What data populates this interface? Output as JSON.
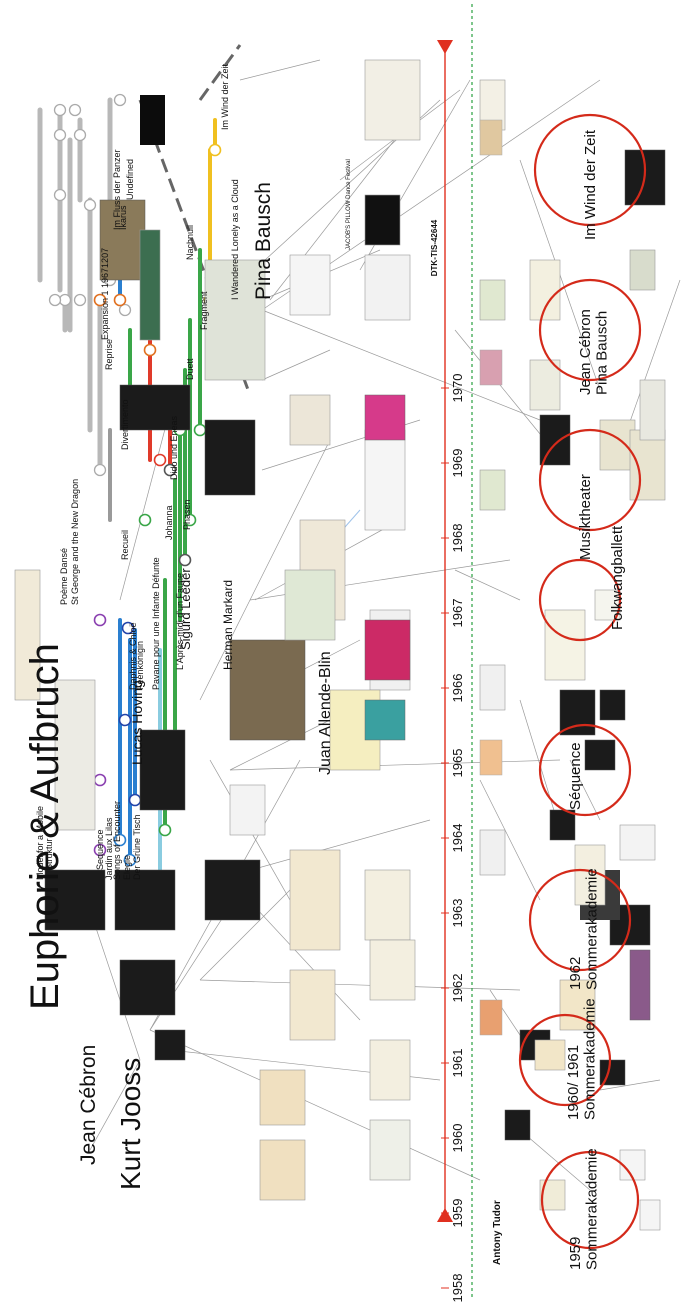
{
  "title": "Euphorie & Aufbruch",
  "persons": [
    {
      "key": "kurt",
      "label": "Kurt Jooss"
    },
    {
      "key": "jean",
      "label": "Jean Cébron"
    },
    {
      "key": "pina",
      "label": "Pina Bausch"
    },
    {
      "key": "lucas",
      "label": "Lucas Hoving"
    },
    {
      "key": "herman",
      "label": "Herman Markard"
    },
    {
      "key": "juan",
      "label": "Juan Allende-Blin"
    },
    {
      "key": "sigurd",
      "label": "Sigurd Leeder"
    },
    {
      "key": "antony",
      "label": "Antony Tudor"
    }
  ],
  "works": [
    {
      "key": "w1",
      "label": "Model for a Mobile"
    },
    {
      "key": "w2",
      "label": "Struktur"
    },
    {
      "key": "w3",
      "label": "Sequence"
    },
    {
      "key": "w4",
      "label": "Jardin aux Lilas"
    },
    {
      "key": "w5",
      "label": "Songs of Encounter"
    },
    {
      "key": "w6",
      "label": "Elegie"
    },
    {
      "key": "w7",
      "label": "Der Grüne Tisch"
    },
    {
      "key": "w8",
      "label": "Poème Dansé"
    },
    {
      "key": "w9",
      "label": "St George and the New Dragon"
    },
    {
      "key": "w10",
      "label": "Recueil"
    },
    {
      "key": "w11",
      "label": "Divertimento"
    },
    {
      "key": "w12",
      "label": "Daphnis & Chloë"
    },
    {
      "key": "w13",
      "label": "Feenkönigin"
    },
    {
      "key": "w14",
      "label": "Pavane pour une Infante Défunte"
    },
    {
      "key": "w15",
      "label": "Johanna"
    },
    {
      "key": "w16",
      "label": "Dido und Eneas"
    },
    {
      "key": "w17",
      "label": "L'Après-midi d'un Faune"
    },
    {
      "key": "w18",
      "label": "Phasen"
    },
    {
      "key": "w19",
      "label": "Duett"
    },
    {
      "key": "w20",
      "label": "Reprise"
    },
    {
      "key": "w21",
      "label": "Expansion 1 19671207"
    },
    {
      "key": "w22",
      "label": "Ikarus"
    },
    {
      "key": "w23",
      "label": "Nachnull"
    },
    {
      "key": "w24",
      "label": "Fragment"
    },
    {
      "key": "w25",
      "label": "I Wandered Lonely as a Cloud"
    },
    {
      "key": "w26",
      "label": "Im Wind der Zeit"
    },
    {
      "key": "w27",
      "label": "Undefined"
    },
    {
      "key": "w28",
      "label": "Im Fluss der Panzer"
    }
  ],
  "events": [
    {
      "key": "e1",
      "label": "1959\nSommerakademie"
    },
    {
      "key": "e2",
      "label": "1960/ 1961\nSommerakademie"
    },
    {
      "key": "e3",
      "label": "1962\nSommerakademie"
    },
    {
      "key": "e4",
      "label": "Séquence"
    },
    {
      "key": "e5",
      "label": "Folkwangballett"
    },
    {
      "key": "e6",
      "label": "Musiktheater"
    },
    {
      "key": "e7",
      "label": "Jean Cébron\nPina Bausch"
    },
    {
      "key": "e8",
      "label": "Im Wind der Zeit"
    }
  ],
  "timeline": {
    "years": [
      "1958",
      "1959",
      "1960",
      "1961",
      "1962",
      "1963",
      "1964",
      "1965",
      "1966",
      "1967",
      "1968",
      "1969",
      "1970"
    ],
    "archive_label": "DTK-TIS-42644",
    "poster_label": "JACOB'S PILLOW Dance Festival"
  },
  "colors": {
    "timeline": "#e03020",
    "guide": "#2aa040",
    "ring": "#d42a1a",
    "bar_blue": "#2a7fd0",
    "bar_green": "#3aa648",
    "bar_yellow": "#f0c020",
    "bar_red": "#e03a2a",
    "bar_grey": "#b8b8b8"
  }
}
